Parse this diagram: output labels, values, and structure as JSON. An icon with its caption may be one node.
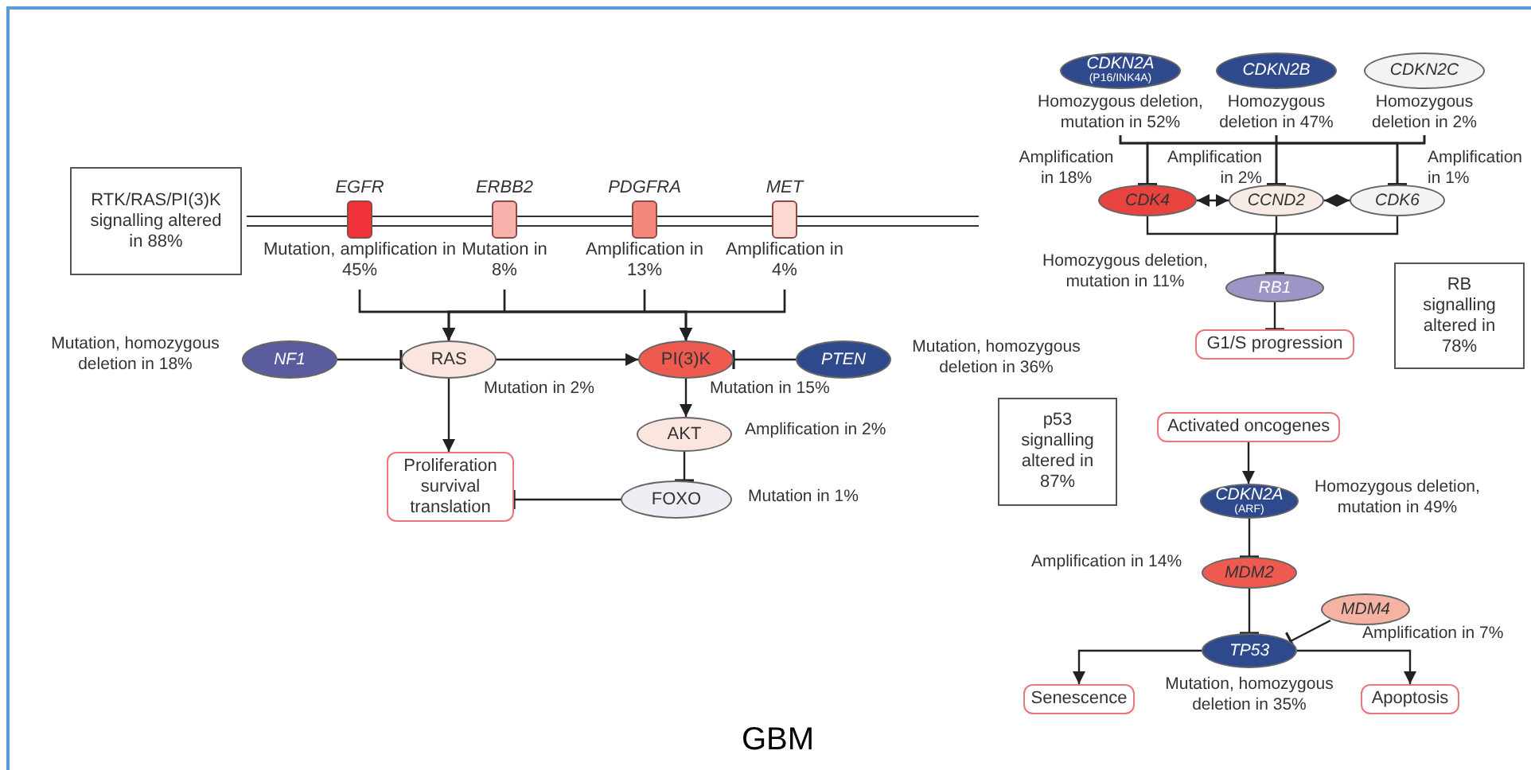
{
  "diagram": {
    "nodes": [
      {
        "text": [
          "RTK/RAS/PI(3)K signalling altered in 88%"
        ]
      },
      {
        "text": [
          "EGFR"
        ],
        "beside": [
          "Mutation, amplification in 45%"
        ]
      },
      {
        "text": [
          "ERBB2"
        ],
        "beside": [
          "Mutation in 8%"
        ]
      },
      {
        "text": [
          "PDGFRA"
        ],
        "beside": [
          "Amplification in 13%"
        ]
      },
      {
        "text": [
          "MET"
        ],
        "beside": [
          "Amplification in 4%"
        ]
      },
      {
        "text": [
          "NF1"
        ],
        "beside": [
          "Mutation, homozygous deletion in 18%"
        ]
      },
      {
        "text": [
          "RAS"
        ],
        "beside": [
          "Mutation in 2%"
        ]
      },
      {
        "text": [
          "PI(3)K"
        ],
        "beside": [
          "Mutation in 15%"
        ]
      },
      {
        "text": [
          "PTEN"
        ],
        "beside": [
          "Mutation, homozygous deletion in 36%"
        ]
      },
      {
        "text": [
          "AKT"
        ],
        "beside": [
          "Amplification in 2%"
        ]
      },
      {
        "text": [
          "FOXO"
        ],
        "beside": [
          "Mutation in 1%"
        ]
      },
      {
        "text": [
          "Proliferation survival translation"
        ]
      },
      {
        "text": [
          "p53 signalling altered in 87%"
        ]
      },
      {
        "text": [
          "CDKN2A",
          "(P16/INK4A)"
        ],
        "beside": [
          "Homozygous deletion, mutation in 52%"
        ]
      },
      {
        "text": [
          "CDKN2B"
        ],
        "beside": [
          "Homozygous deletion in 47%"
        ]
      },
      {
        "text": [
          "CDKN2C"
        ],
        "beside": [
          "Homozygous deletion in 2%"
        ]
      },
      {
        "text": [
          "CDK4"
        ],
        "beside": [
          "Amplification in 18%"
        ]
      },
      {
        "text": [
          "CCND2"
        ],
        "beside": [
          "Amplification in 2%"
        ]
      },
      {
        "text": [
          "CDK6"
        ],
        "beside": [
          "Amplification in 1%"
        ]
      },
      {
        "text": [
          "RB1"
        ],
        "beside": [
          "Homozygous deletion, mutation in 11%"
        ]
      },
      {
        "text": [
          "G1/S progression"
        ]
      },
      {
        "text": [
          "RB signalling altered in 78%"
        ]
      },
      {
        "text": [
          "Activated oncogenes"
        ]
      },
      {
        "text": [
          "CDKN2A",
          "(ARF)"
        ],
        "beside": [
          "Homozygous deletion, mutation in 49%"
        ]
      },
      {
        "text": [
          "MDM2"
        ],
        "beside": [
          "Amplification in 14%"
        ]
      },
      {
        "text": [
          "MDM4"
        ],
        "beside": [
          "Amplification in 7%"
        ]
      },
      {
        "text": [
          "TP53"
        ],
        "beside": [
          "Mutation, homozygous deletion in 35%"
        ]
      },
      {
        "text": [
          "Senescence"
        ]
      },
      {
        "text": [
          "Apoptosis"
        ]
      }
    ],
    "edges": [
      {
        "from": 1,
        "to": 6,
        "arrow": "to"
      },
      {
        "from": 2,
        "to": 6,
        "arrow": "to"
      },
      {
        "from": 3,
        "to": 6,
        "arrow": "to"
      },
      {
        "from": 4,
        "to": 6,
        "arrow": "to"
      },
      {
        "from": 1,
        "to": 7,
        "arrow": "to"
      },
      {
        "from": 2,
        "to": 7,
        "arrow": "to"
      },
      {
        "from": 3,
        "to": 7,
        "arrow": "to"
      },
      {
        "from": 4,
        "to": 7,
        "arrow": "to"
      },
      {
        "from": 5,
        "to": 6,
        "arrow": "other"
      },
      {
        "from": 6,
        "to": 7,
        "arrow": "to"
      },
      {
        "from": 8,
        "to": 7,
        "arrow": "other"
      },
      {
        "from": 6,
        "to": 11,
        "arrow": "to"
      },
      {
        "from": 7,
        "to": 9,
        "arrow": "to"
      },
      {
        "from": 9,
        "to": 10,
        "arrow": "other"
      },
      {
        "from": 10,
        "to": 11,
        "arrow": "other"
      },
      {
        "from": 13,
        "to": 16,
        "arrow": "other"
      },
      {
        "from": 13,
        "to": 17,
        "arrow": "other"
      },
      {
        "from": 13,
        "to": 18,
        "arrow": "other"
      },
      {
        "from": 14,
        "to": 16,
        "arrow": "other"
      },
      {
        "from": 14,
        "to": 17,
        "arrow": "other"
      },
      {
        "from": 14,
        "to": 18,
        "arrow": "other"
      },
      {
        "from": 15,
        "to": 16,
        "arrow": "other"
      },
      {
        "from": 15,
        "to": 17,
        "arrow": "other"
      },
      {
        "from": 15,
        "to": 18,
        "arrow": "other"
      },
      {
        "from": 16,
        "to": 17,
        "arrow": "both"
      },
      {
        "from": 17,
        "to": 18,
        "arrow": "both"
      },
      {
        "from": 16,
        "to": 19,
        "arrow": "other"
      },
      {
        "from": 17,
        "to": 19,
        "arrow": "other"
      },
      {
        "from": 18,
        "to": 19,
        "arrow": "other"
      },
      {
        "from": 19,
        "to": 20,
        "arrow": "other"
      },
      {
        "from": 22,
        "to": 23,
        "arrow": "to"
      },
      {
        "from": 23,
        "to": 24,
        "arrow": "other"
      },
      {
        "from": 24,
        "to": 26,
        "arrow": "other"
      },
      {
        "from": 25,
        "to": 26,
        "arrow": "other"
      },
      {
        "from": 26,
        "to": 27,
        "arrow": "to"
      },
      {
        "from": 26,
        "to": 28,
        "arrow": "to"
      }
    ],
    "labels": [
      "GBM"
    ]
  }
}
